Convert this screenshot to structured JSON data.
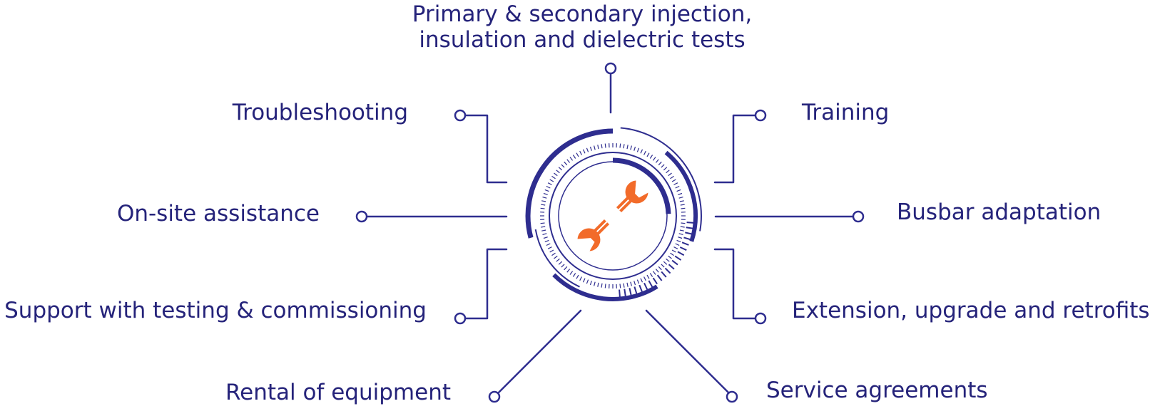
{
  "diagram": {
    "center_icon": "wrench-icon",
    "colors": {
      "primary": "#2e2d8f",
      "accent": "#f26b2a",
      "text": "#25237a"
    },
    "labels": {
      "top_line1": "Primary & secondary injection,",
      "top_line2": "insulation and dielectric tests",
      "troubleshooting": "Troubleshooting",
      "onsite": "On-site assistance",
      "support": "Support with testing & commissioning",
      "rental": "Rental of equipment",
      "training": "Training",
      "busbar": "Busbar adaptation",
      "extension": "Extension, upgrade and retrofits",
      "service": "Service agreements"
    }
  }
}
